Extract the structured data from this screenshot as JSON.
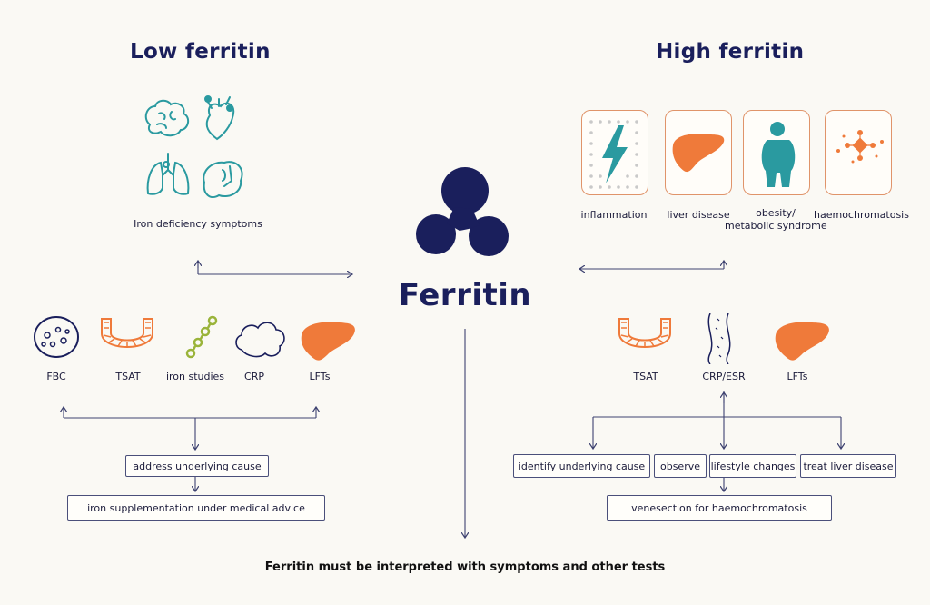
{
  "center": {
    "title": "Ferritin"
  },
  "low": {
    "heading": "Low ferritin",
    "symptoms_label": "Iron deficiency symptoms",
    "tests": [
      "FBC",
      "TSAT",
      "iron studies",
      "CRP",
      "LFTs"
    ],
    "actions": [
      "address underlying cause",
      "iron supplementation under medical advice"
    ]
  },
  "high": {
    "heading": "High ferritin",
    "causes": [
      "inflammation",
      "liver disease",
      "obesity/",
      "metabolic syndrome",
      "haemochromatosis"
    ],
    "tests": [
      "TSAT",
      "CRP/ESR",
      "LFTs"
    ],
    "actions": [
      "identify underlying cause",
      "observe",
      "lifestyle changes",
      "treat liver disease",
      "venesection for haemochromatosis"
    ]
  },
  "footer": "Ferritin must be interpreted with symptoms and other tests",
  "colors": {
    "navy": "#1a1f5c",
    "orange": "#ef7a3a",
    "teal": "#2a9aa0",
    "olive": "#9ab43a",
    "tile_border": "#e0946a"
  },
  "icons": [
    "brain-icon",
    "heart-icon",
    "lungs-icon",
    "kidney-icon",
    "blood-cells-icon",
    "gut-icon",
    "molecule-chain-icon",
    "cloud-icon",
    "liver-icon",
    "lightning-icon",
    "person-icon",
    "iron-molecule-icon",
    "vessel-icon",
    "ferritin-logo-icon"
  ]
}
